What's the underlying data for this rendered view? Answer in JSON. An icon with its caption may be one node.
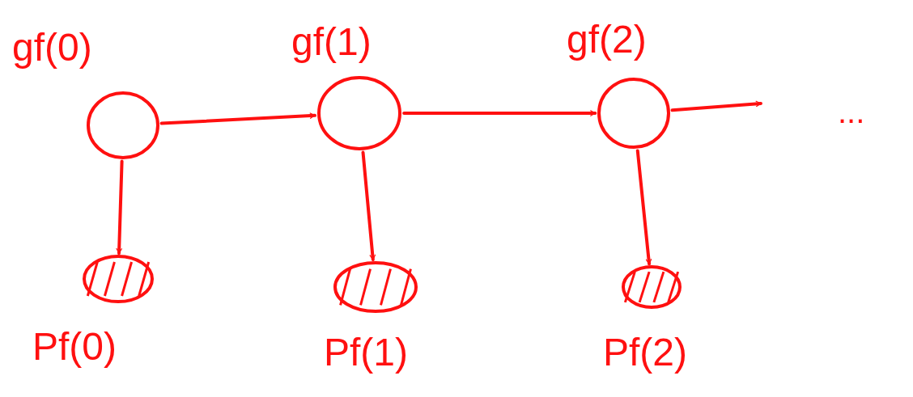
{
  "diagram": {
    "nodes": [
      {
        "text": [],
        "shape": "circle",
        "beside": [
          "gf(0)"
        ]
      },
      {
        "text": [],
        "shape": "circle",
        "beside": [
          "gf(1)"
        ]
      },
      {
        "text": [],
        "shape": "circle",
        "beside": [
          "gf(2)"
        ]
      },
      {
        "text": [],
        "shape": "ellipse",
        "beside": [
          "Pf(0)"
        ]
      },
      {
        "text": [],
        "shape": "ellipse",
        "beside": [
          "Pf(1)"
        ]
      },
      {
        "text": [],
        "shape": "ellipse",
        "beside": [
          "Pf(2)"
        ]
      }
    ],
    "edges": [
      {
        "from": 0,
        "to": 1,
        "arrow": "to"
      },
      {
        "from": 1,
        "to": 2,
        "arrow": "to"
      },
      {
        "from": 2,
        "to": null,
        "arrow": "to"
      },
      {
        "from": 0,
        "to": 3,
        "arrow": "to"
      },
      {
        "from": 1,
        "to": 4,
        "arrow": "to"
      },
      {
        "from": 2,
        "to": 5,
        "arrow": "to"
      }
    ],
    "labels": [
      "..."
    ]
  }
}
